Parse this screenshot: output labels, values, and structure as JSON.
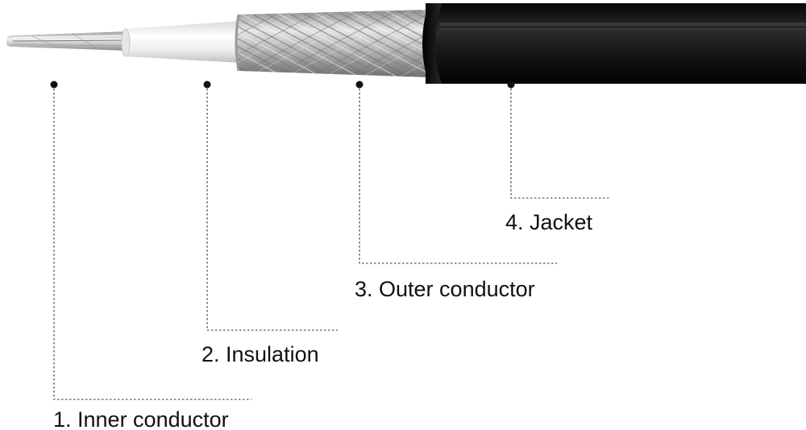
{
  "diagram": {
    "labels": [
      {
        "id": "inner-conductor",
        "text": "1. Inner conductor"
      },
      {
        "id": "insulation",
        "text": "2. Insulation"
      },
      {
        "id": "outer-conductor",
        "text": "3. Outer conductor"
      },
      {
        "id": "jacket",
        "text": "4. Jacket"
      }
    ]
  },
  "colors": {
    "jacket": "#1b1b1b",
    "shield": "#b8b8b8",
    "insulation": "#f2f2f2",
    "core": "#c9c9c9",
    "leader": "#333333",
    "text": "#111111"
  }
}
